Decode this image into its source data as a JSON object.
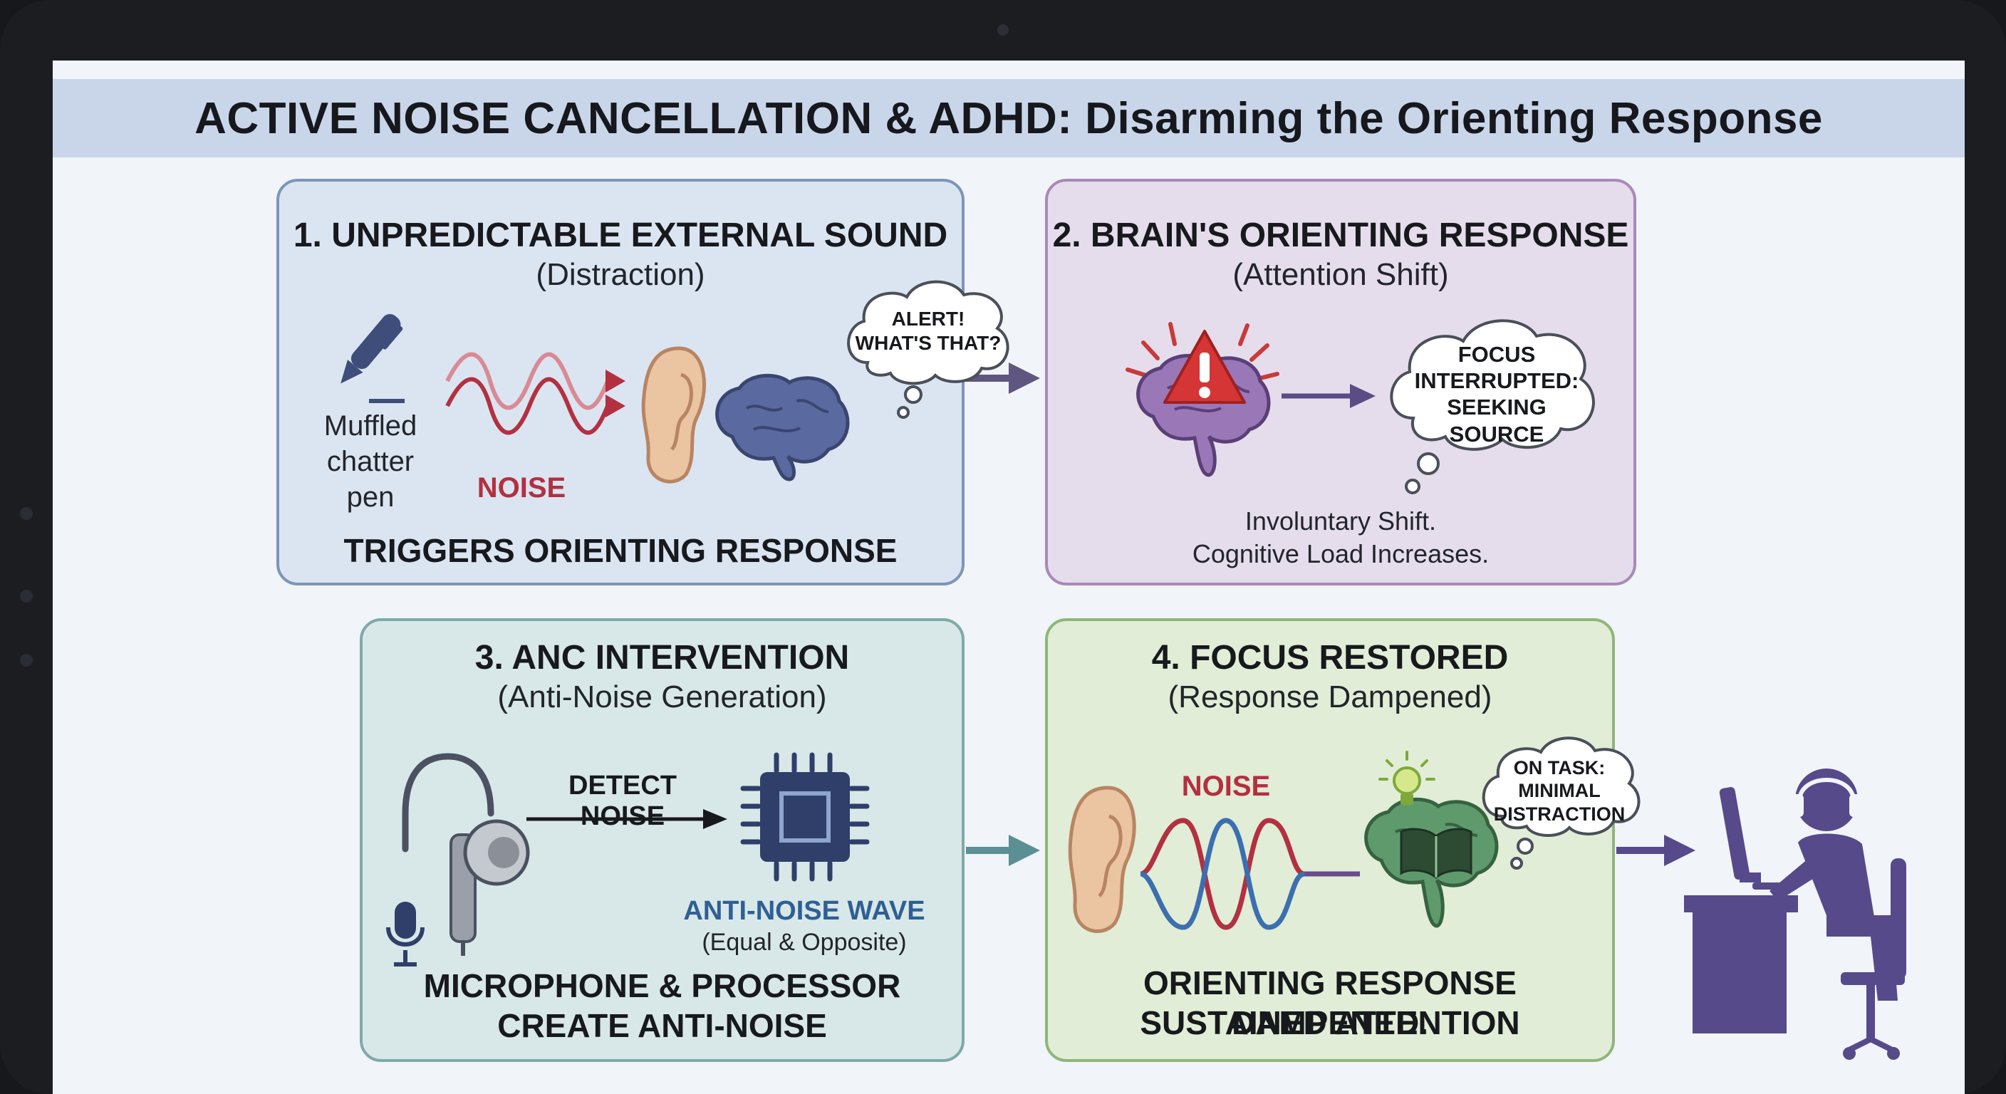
{
  "title": "ACTIVE NOISE CANCELLATION & ADHD: Disarming the Orienting Response",
  "panels": [
    {
      "title": "1. UNPREDICTABLE EXTERNAL SOUND",
      "subtitle": "(Distraction)",
      "source_label": "Muffled chatter pen",
      "noise_label": "NOISE",
      "thought": "ALERT! WHAT'S THAT?",
      "footer": "TRIGGERS ORIENTING RESPONSE"
    },
    {
      "title": "2. BRAIN'S ORIENTING RESPONSE",
      "subtitle": "(Attention Shift)",
      "thought": "FOCUS INTERRUPTED: SEEKING SOURCE",
      "caption_line1": "Involuntary Shift.",
      "caption_line2": "Cognitive Load Increases."
    },
    {
      "title": "3. ANC INTERVENTION",
      "subtitle": "(Anti-Noise Generation)",
      "detect_label": "DETECT NOISE",
      "anti_noise_label": "ANTI-NOISE WAVE",
      "anti_noise_note": "(Equal & Opposite)",
      "footer_line1": "MICROPHONE & PROCESSOR",
      "footer_line2": "CREATE ANTI-NOISE"
    },
    {
      "title": "4. FOCUS RESTORED",
      "subtitle": "(Response Dampened)",
      "noise_label": "NOISE",
      "thought": "ON TASK: MINIMAL DISTRACTION",
      "footer_line1": "ORIENTING RESPONSE DAMPENED.",
      "footer_line2": "SUSTAINED ATTENTION"
    }
  ],
  "icons": [
    "pen-icon",
    "sound-wave-icon",
    "ear-icon",
    "brain-icon",
    "warning-icon",
    "earbud-icon",
    "microphone-icon",
    "processor-chip-icon",
    "lightbulb-icon",
    "book-icon",
    "person-at-desk-icon"
  ],
  "colors": {
    "title_bar": "#c9d6ea",
    "panel1": "#dbe5f2",
    "panel2": "#e6ddec",
    "panel3": "#d8e8e8",
    "panel4": "#e1edd6",
    "noise_red": "#b33040",
    "anti_noise_blue": "#2f5f94",
    "figure_purple": "#564a8a"
  }
}
